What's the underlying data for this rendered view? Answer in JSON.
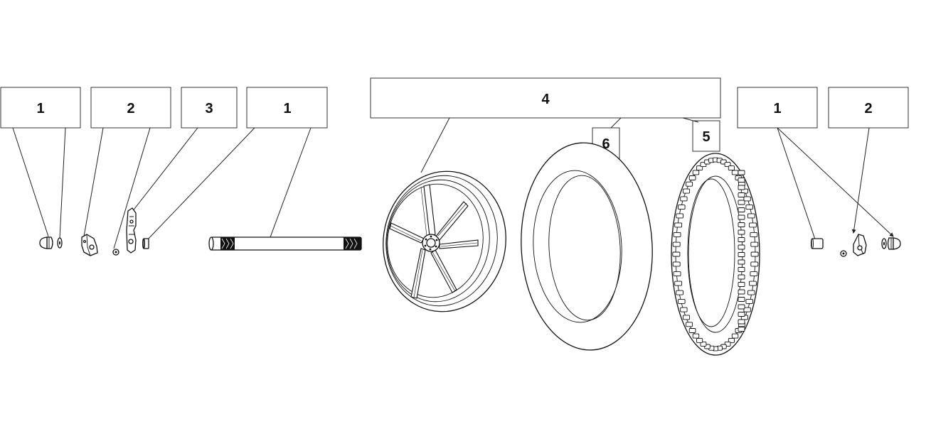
{
  "callouts": {
    "c1": "1",
    "c2": "2",
    "c3": "3",
    "c4": "1",
    "c5": "4",
    "c6": "6",
    "c7": "5",
    "c8": "1",
    "c9": "2"
  },
  "colors": {
    "line": "#111111",
    "background": "#ffffff"
  }
}
